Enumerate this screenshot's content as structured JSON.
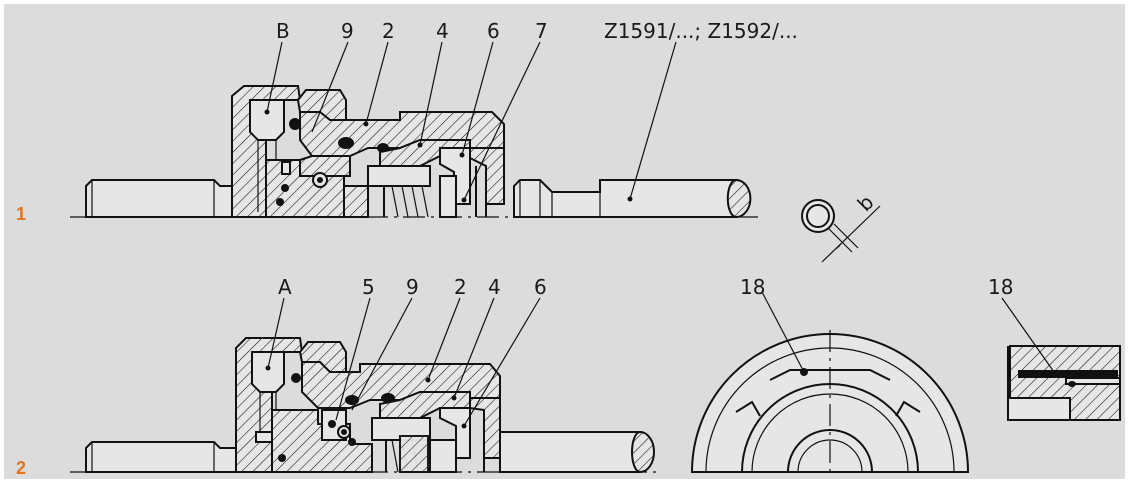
{
  "colors": {
    "background": "#dcdcdc",
    "row_number": "#e8731c",
    "lines": "#111111"
  },
  "row1": {
    "number": "1",
    "labels": {
      "b": "B",
      "n9": "9",
      "n2": "2",
      "n4": "4",
      "n6": "6",
      "n7": "7",
      "part_numbers": "Z1591/...; Z1592/..."
    },
    "dim": "b"
  },
  "row2": {
    "number": "2",
    "labels": {
      "a": "A",
      "n5": "5",
      "n9": "9",
      "n2": "2",
      "n4": "4",
      "n6": "6"
    }
  },
  "detail_front": {
    "label": "18"
  },
  "detail_side": {
    "label": "18"
  }
}
